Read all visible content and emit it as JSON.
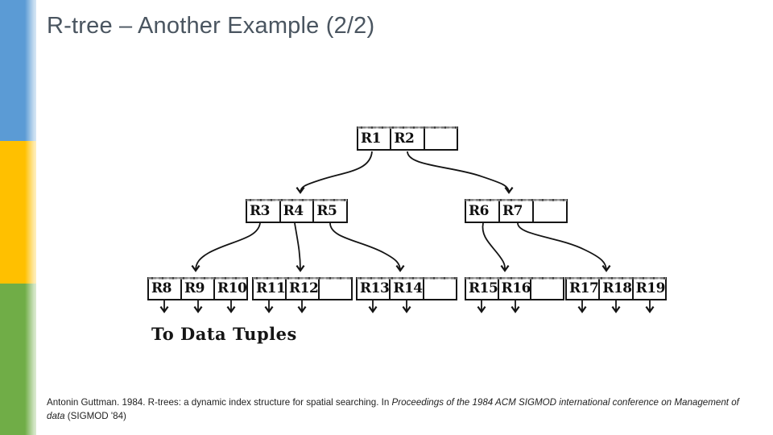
{
  "slide": {
    "title": "R-tree – Another Example (2/2)",
    "citation": {
      "part1": "Antonin Guttman. 1984. R-trees: a dynamic index structure for spatial searching. In ",
      "part2_italic": "Proceedings of the 1984 ACM SIGMOD international conference on Management of data",
      "part3": " (SIGMOD '84)"
    }
  },
  "sidebar": {
    "colors": {
      "blue": "#5B9BD5",
      "yellow": "#FFC000",
      "green": "#70AD47"
    }
  },
  "diagram": {
    "label_to_data_tuples": "To Data Tuples",
    "root": {
      "cells": [
        "R1",
        "R2",
        ""
      ]
    },
    "level2": [
      {
        "cells": [
          "R3",
          "R4",
          "R5"
        ]
      },
      {
        "cells": [
          "R6",
          "R7",
          ""
        ]
      }
    ],
    "leaves": [
      {
        "cells": [
          "R8",
          "R9",
          "R10"
        ]
      },
      {
        "cells": [
          "R11",
          "R12",
          ""
        ]
      },
      {
        "cells": [
          "R13",
          "R14",
          ""
        ]
      },
      {
        "cells": [
          "R15",
          "R16",
          ""
        ]
      },
      {
        "cells": [
          "R17",
          "R18",
          "R19"
        ]
      }
    ],
    "ink_color": "#141414"
  }
}
